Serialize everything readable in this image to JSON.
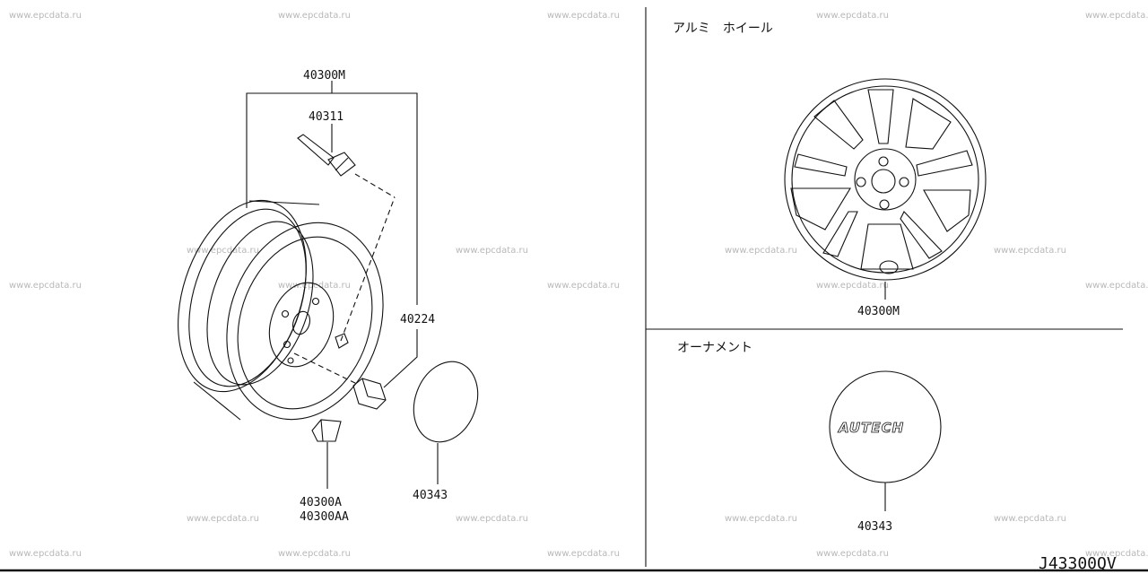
{
  "watermark": "www.epcdata.ru",
  "diagram_id": "J43300QV",
  "left_panel": {
    "callouts": {
      "p40300M": "40300M",
      "p40311": "40311",
      "p40224": "40224",
      "p40343": "40343",
      "p40300A": "40300A",
      "p40300AA": "40300AA"
    }
  },
  "right_top_panel": {
    "title": "アルミ　ホイール",
    "callout": "40300M"
  },
  "right_bottom_panel": {
    "title": "オーナメント",
    "callout": "40343",
    "emblem_text": "AUTECH"
  }
}
